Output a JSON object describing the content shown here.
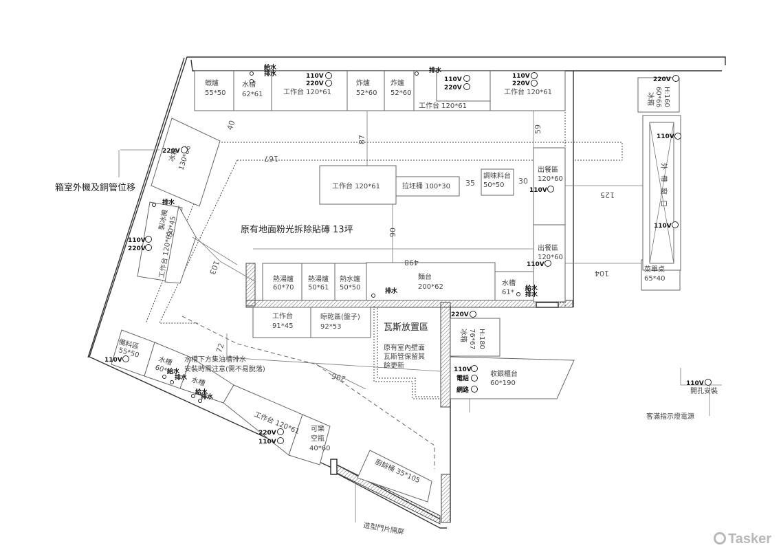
{
  "labels": {
    "shrimp_tank": "蝦爐",
    "shrimp_tank_size": "55*50",
    "sink_top": "水槽",
    "sink_top_size": "62*61",
    "drain_top": "排水",
    "water_top": "給水",
    "v110_top1": "110V",
    "v220_top1": "220V",
    "worktop_top1": "工作台 120*61",
    "fryer1": "炸爐",
    "fryer1_size": "52*60",
    "fryer2": "炸爐",
    "fryer2_size": "52*60",
    "drain_fryer": "排水",
    "v110_top2": "110V",
    "v220_top2": "220V",
    "worktop_top2": "工作台 120*61",
    "v110_top3": "110V",
    "v220_top3": "220V",
    "worktop_top3": "工作台 120*61",
    "fridge_r": "冰箱",
    "fridge_r_size": "60*66",
    "fridge_r_h": "H:160",
    "v220_fridge_r": "220V",
    "dim_40": "40",
    "dim_87": "87",
    "dim_59": "59",
    "dim_167": "167",
    "v220_fridge_l": "220V",
    "outdoor_unit_note": "箱室外機及銅管位移",
    "fridge_l": "冰箱",
    "fridge_l_size": "130*86",
    "drain_left": "排水",
    "ice_machine": "製冰機",
    "ice_machine_size": "50*45",
    "v110_left": "110V",
    "v220_left": "220V",
    "worktop_left": "工作台 120*61",
    "worktop_center": "工作台 120*61",
    "pull_tank": "拉坯桶 100*30",
    "dim_35": "35",
    "seasoning": "調味料台",
    "seasoning_size": "50*50",
    "dim_30": "30",
    "serving1": "出餐區",
    "serving1_size": "120*60",
    "v110_serving1": "110V",
    "dim_125": "125",
    "ext_window": "外帶窗口",
    "v110_ext1": "110V",
    "v110_ext2": "110V",
    "floor_note": "原有地面粉光拆除貼磚 13坪",
    "dim_90": "90",
    "dim_103": "103",
    "dim_498": "498",
    "serving2": "出餐區",
    "serving2_size": "120*60",
    "v110_serving2": "110V",
    "dim_104": "104",
    "menu_table": "菜單桌",
    "menu_table_size": "65*40",
    "soup1": "熱湯爐",
    "soup1_size": "60*70",
    "soup2": "熱湯爐",
    "soup2_size": "50*61",
    "hotwater": "熱水爐",
    "hotwater_size": "50*50",
    "drain_mid": "排水",
    "noodle": "麵台",
    "noodle_size": "200*62",
    "sink_right": "水槽",
    "sink_right_size": "61*",
    "water_right": "給水",
    "drain_right": "排水",
    "worktop_small": "工作台",
    "worktop_small_size": "91*45",
    "drying": "晾乾區(盤子)",
    "drying_size": "92*53",
    "gas_area": "瓦斯放置區",
    "gas_note1": "原有室內壁面",
    "gas_note2": "瓦斯管保留其",
    "gas_note3": "餘更新",
    "v220_fridge_c": "220V",
    "fridge_c": "冰箱",
    "fridge_c_size": "76*67",
    "fridge_c_h": "H:180",
    "supply": "備料區",
    "supply_size": "55*50",
    "v110_supply": "110V",
    "sink_low1": "水槽",
    "sink_low1_size": "60*",
    "sink_low2": "水槽",
    "grease_note1": "水槽下方集油槽排水",
    "grease_note2": "安裝時需注意(需不易脫落)",
    "water_low1": "給水",
    "drain_low1": "排水",
    "water_low2": "給水",
    "drain_low2": "排水",
    "dim_296": "296",
    "dim_72": "72",
    "v110_cashier": "110V",
    "phone": "電話",
    "network": "網路",
    "cashier": "收銀櫃台",
    "cashier_size": "60*190",
    "worktop_low": "工作台 120*61",
    "v220_low": "220V",
    "v110_low": "110V",
    "cola": "可樂",
    "cola2": "空瓶",
    "cola_size": "40*60",
    "trash": "廚餘桶 35*105",
    "door_partition": "造型門片隔屏",
    "v110_far": "110V",
    "far_label": "開孔安裝",
    "guest_light": "客滿指示燈電源",
    "brand": "Tasker"
  }
}
